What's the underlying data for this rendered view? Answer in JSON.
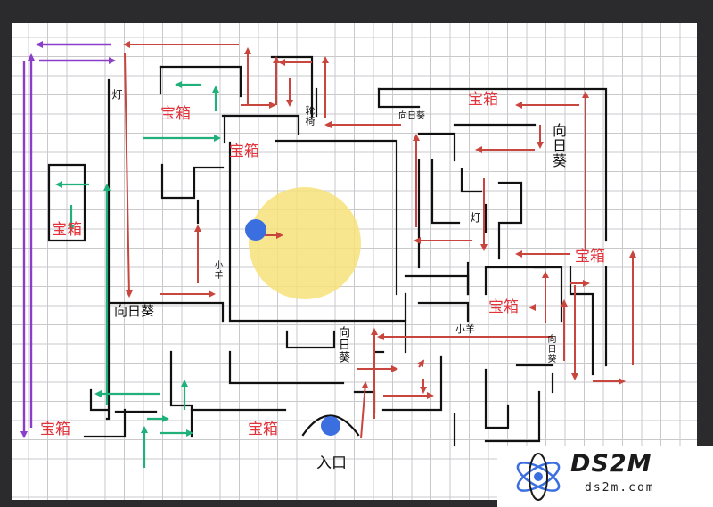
{
  "labels": {
    "chest_1": "宝箱",
    "chest_2": "宝箱",
    "chest_3": "宝箱",
    "chest_4": "宝箱",
    "chest_5": "宝箱",
    "chest_6": "宝箱",
    "chest_7": "宝箱",
    "chest_8": "宝箱",
    "lamp_left": "灯",
    "lamp_mid": "灯",
    "sunflower_top": "向日葵",
    "sunflower_right": "向日葵",
    "sunflower_left": "向日葵",
    "sunflower_mid": "向日葵",
    "sunflower_small": "向日葵",
    "wheelchair": "轮椅",
    "lamb_left": "小羊",
    "lamb_right": "小羊",
    "entrance": "入口"
  },
  "watermark": {
    "brand": "DS2M",
    "url": "ds2m.com"
  },
  "colors": {
    "wall": "#111111",
    "route_red": "#c8463e",
    "route_green": "#20b07a",
    "route_purple": "#8a3fc9",
    "chest_text": "#e2323a",
    "player_dot": "#3b6fe0",
    "highlight_zone": "#f7e27a"
  }
}
